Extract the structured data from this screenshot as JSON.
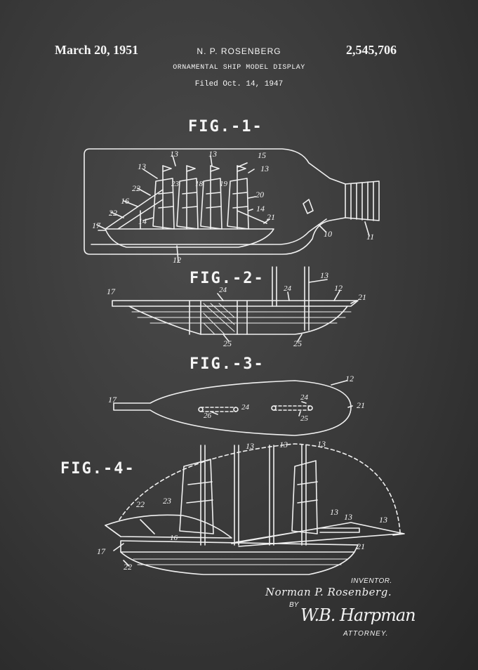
{
  "header": {
    "date": "March 20, 1951",
    "inventor_short": "N. P. ROSENBERG",
    "patent_number": "2,545,706",
    "title": "ORNAMENTAL SHIP MODEL DISPLAY",
    "filed": "Filed Oct. 14, 1947"
  },
  "figures": {
    "fig1": "FIG.-1-",
    "fig2": "FIG.-2-",
    "fig3": "FIG.-3-",
    "fig4": "FIG.-4-"
  },
  "fig1_refs": [
    "13",
    "13",
    "15",
    "13",
    "13",
    "23",
    "18",
    "19",
    "20",
    "22",
    "16",
    "22",
    "14",
    "14",
    "17",
    "21",
    "10",
    "11",
    "12"
  ],
  "fig2_refs": [
    "17",
    "24",
    "24",
    "13",
    "12",
    "21",
    "25",
    "25"
  ],
  "fig3_refs": [
    "17",
    "12",
    "21",
    "24",
    "24",
    "26",
    "25"
  ],
  "fig4_refs": [
    "13",
    "13",
    "13",
    "22",
    "23",
    "13",
    "13",
    "13",
    "16",
    "17",
    "22",
    "21"
  ],
  "footer": {
    "inventor_label": "INVENTOR.",
    "inventor_name": "Norman P. Rosenberg.",
    "by": "BY",
    "attorney_signature": "W.B. Harpman",
    "attorney_label": "ATTORNEY."
  }
}
